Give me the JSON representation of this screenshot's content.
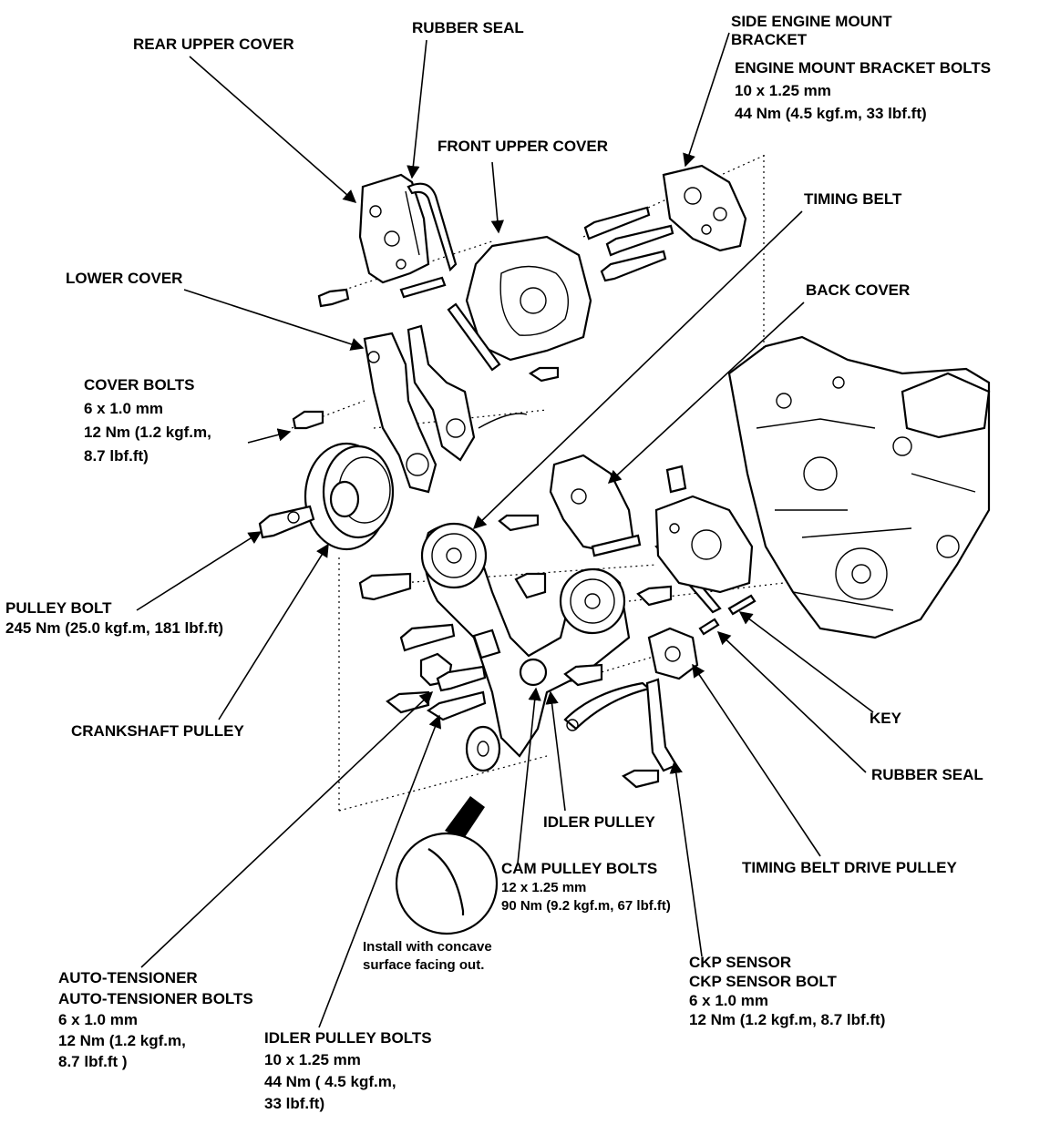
{
  "labels": {
    "rear_upper_cover": "REAR UPPER COVER",
    "rubber_seal_top": "RUBBER SEAL",
    "side_mount_l1": "SIDE ENGINE MOUNT",
    "side_mount_l2": "BRACKET",
    "mount_bolts_l1": "ENGINE MOUNT BRACKET  BOLTS",
    "mount_bolts_l2": "10 x 1.25 mm",
    "mount_bolts_l3": "44 Nm (4.5 kgf.m, 33 lbf.ft)",
    "front_upper_cover": "FRONT UPPER COVER",
    "timing_belt": "TIMING BELT",
    "lower_cover": "LOWER COVER",
    "back_cover": "BACK COVER",
    "cover_bolts_l1": "COVER BOLTS",
    "cover_bolts_l2": "6 x 1.0 mm",
    "cover_bolts_l3": "12 Nm (1.2 kgf.m,",
    "cover_bolts_l4": "8.7 lbf.ft)",
    "pulley_bolt_l1": "PULLEY BOLT",
    "pulley_bolt_l2": "245 Nm (25.0 kgf.m, 181 lbf.ft)",
    "crankshaft_pulley": "CRANKSHAFT PULLEY",
    "key": "KEY",
    "rubber_seal_right": "RUBBER SEAL",
    "idler_pulley": "IDLER PULLEY",
    "cam_bolts_l1": "CAM PULLEY BOLTS",
    "cam_bolts_l2": "12 x 1.25 mm",
    "cam_bolts_l3": "90 Nm (9.2 kgf.m, 67 lbf.ft)",
    "timing_belt_drive_pulley": "TIMING BELT DRIVE PULLEY",
    "install_note_l1": "Install with concave",
    "install_note_l2": "surface facing out.",
    "auto_l1": "AUTO-TENSIONER",
    "auto_l2": "AUTO-TENSIONER BOLTS",
    "auto_l3": "6 x 1.0 mm",
    "auto_l4": "12 Nm  (1.2 kgf.m,",
    "auto_l5": "8.7 lbf.ft )",
    "idler_bolts_l1": "IDLER PULLEY BOLTS",
    "idler_bolts_l2": "10 x 1.25 mm",
    "idler_bolts_l3": "44 Nm ( 4.5 kgf.m,",
    "idler_bolts_l4": "33 lbf.ft)",
    "ckp_l1": "CKP SENSOR",
    "ckp_l2": "CKP SENSOR BOLT",
    "ckp_l3": "6 x 1.0 mm",
    "ckp_l4": "12 Nm (1.2 kgf.m, 8.7 lbf.ft)"
  }
}
